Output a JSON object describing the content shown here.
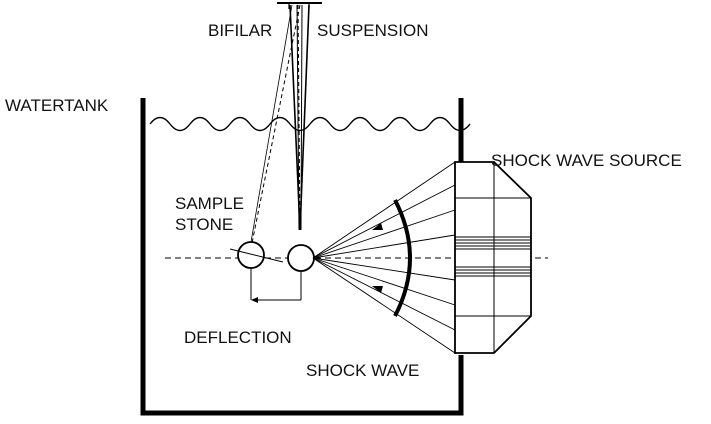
{
  "labels": {
    "bifilar": "BIFILAR",
    "suspension": "SUSPENSION",
    "watertank": "WATERTANK",
    "shock_wave_source": "SHOCK WAVE SOURCE",
    "sample_line1": "SAMPLE",
    "sample_line2": "STONE",
    "deflection": "DEFLECTION",
    "shock_wave": "SHOCK WAVE"
  }
}
